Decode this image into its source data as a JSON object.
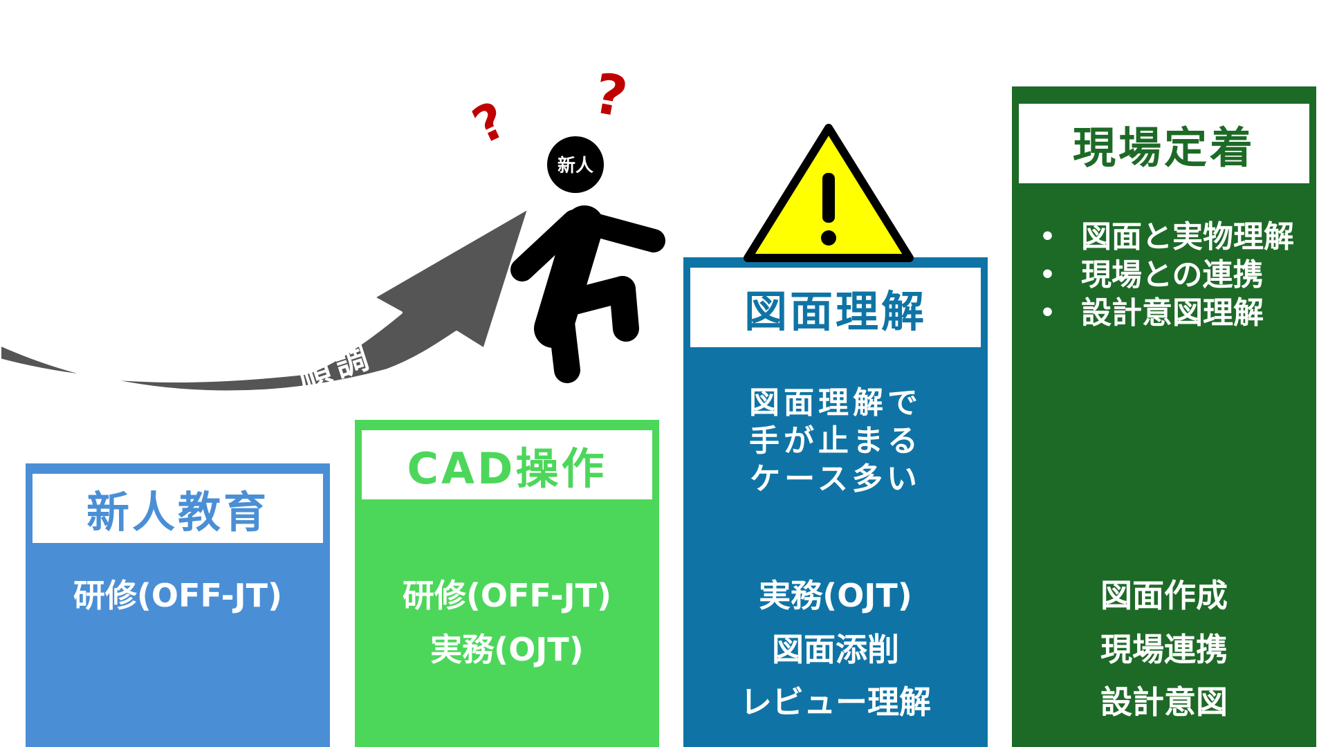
{
  "arrow_label": "順調",
  "figure": {
    "head_label": "新人",
    "question_marks": [
      "?",
      "?"
    ]
  },
  "colors": {
    "step1": "#4a8fd6",
    "step2": "#4cd75b",
    "step3": "#0f74a5",
    "step4": "#1d6a27",
    "arrow": "#555555",
    "question": "#c00000",
    "warning": "#ffff00"
  },
  "steps": [
    {
      "title": "新人教育",
      "lines": [
        "研修(OFF-JT)"
      ]
    },
    {
      "title": "CAD操作",
      "lines": [
        "研修(OFF-JT)",
        "実務(OJT)"
      ]
    },
    {
      "title": "図面理解",
      "note": [
        "図面理解で",
        "手が止まる",
        "ケース多い"
      ],
      "lines": [
        "実務(OJT)",
        "図面添削",
        "レビュー理解"
      ]
    },
    {
      "title": "現場定着",
      "bullets": [
        "図面と実物理解",
        "現場との連携",
        "設計意図理解"
      ],
      "lines": [
        "図面作成",
        "現場連携",
        "設計意図"
      ]
    }
  ]
}
